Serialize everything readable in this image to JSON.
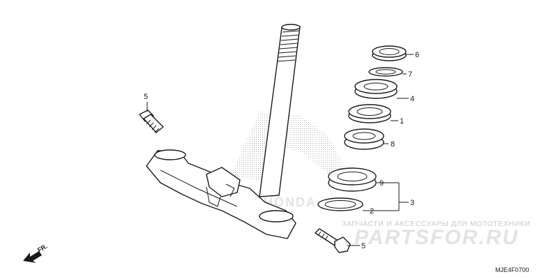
{
  "diagram": {
    "diagram_code": "MJE4F0700",
    "direction_label": "FR.",
    "callouts": {
      "c1": "1",
      "c2": "2",
      "c3": "3",
      "c4": "4",
      "c5_left": "5",
      "c5_bottom": "5",
      "c6": "6",
      "c7": "7",
      "c8": "8",
      "c9": "9"
    }
  },
  "watermark": {
    "tagline": "ЗАПЧАСТИ И АКСЕССУАРЫ ДЛЯ МОТОТЕХНИКИ",
    "logo": "PARTSFOR.RU",
    "brand": "HONDA"
  },
  "colors": {
    "line": "#1a1a1a",
    "watermark_text": "#c9c9c9",
    "watermark_logo": "#e3e3e3",
    "logo_dots": "#9a9a9a"
  }
}
